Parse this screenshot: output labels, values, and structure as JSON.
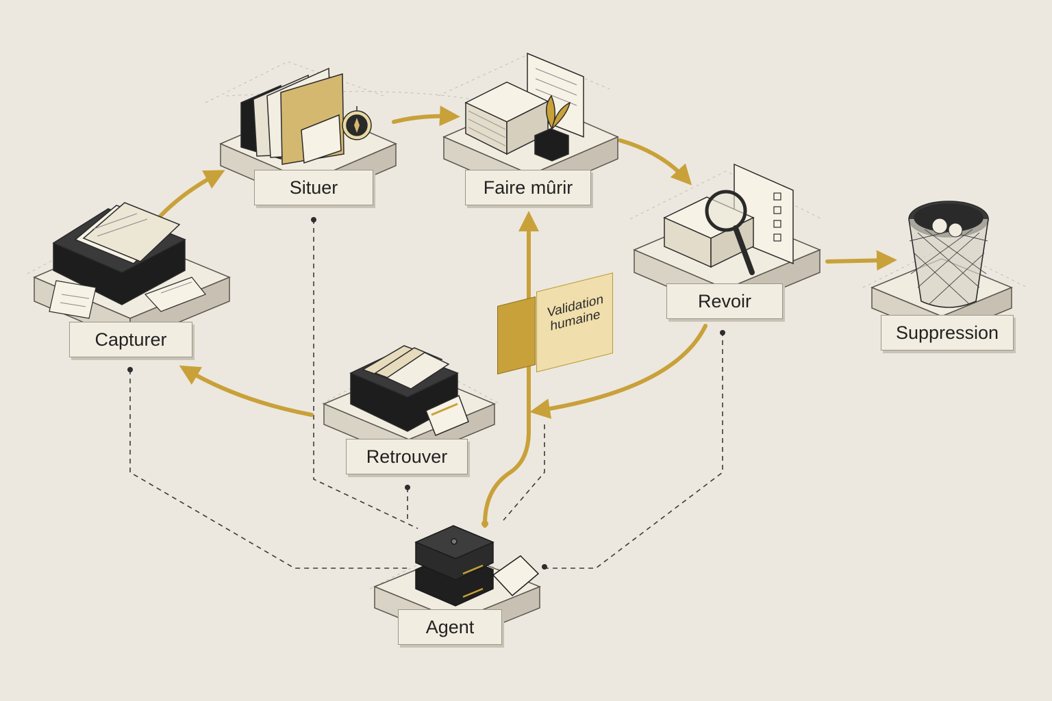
{
  "nodes": {
    "capturer": "Capturer",
    "situer": "Situer",
    "faire_murir": "Faire mûrir",
    "revoir": "Revoir",
    "suppression": "Suppression",
    "retrouver": "Retrouver",
    "agent": "Agent"
  },
  "validation": {
    "text": "Validation humaine"
  },
  "colors": {
    "background": "#ece8df",
    "accent_gold": "#c9a13a",
    "ink": "#222222",
    "label_fill": "#f2ede1"
  },
  "icons": {
    "capturer": "inbox-tray-icon",
    "situer": "file-organizer-compass-icon",
    "faire_murir": "documents-plant-icon",
    "revoir": "magnifier-checklist-icon",
    "suppression": "wastebasket-icon",
    "retrouver": "file-drawer-icon",
    "agent": "server-stack-icon",
    "validation": "person-icon"
  }
}
